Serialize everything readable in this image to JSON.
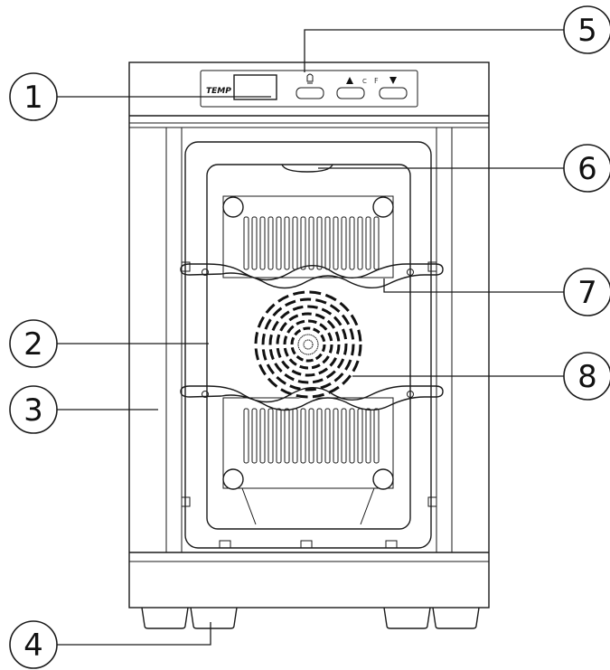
{
  "panel": {
    "temp_label": "TEMP",
    "unit_c": "C",
    "unit_f": "F",
    "light_icon": "light-icon",
    "up_icon": "up-arrow-icon",
    "down_icon": "down-arrow-icon"
  },
  "callouts": {
    "c1": "1",
    "c2": "2",
    "c3": "3",
    "c4": "4",
    "c5": "5",
    "c6": "6",
    "c7": "7",
    "c8": "8"
  }
}
